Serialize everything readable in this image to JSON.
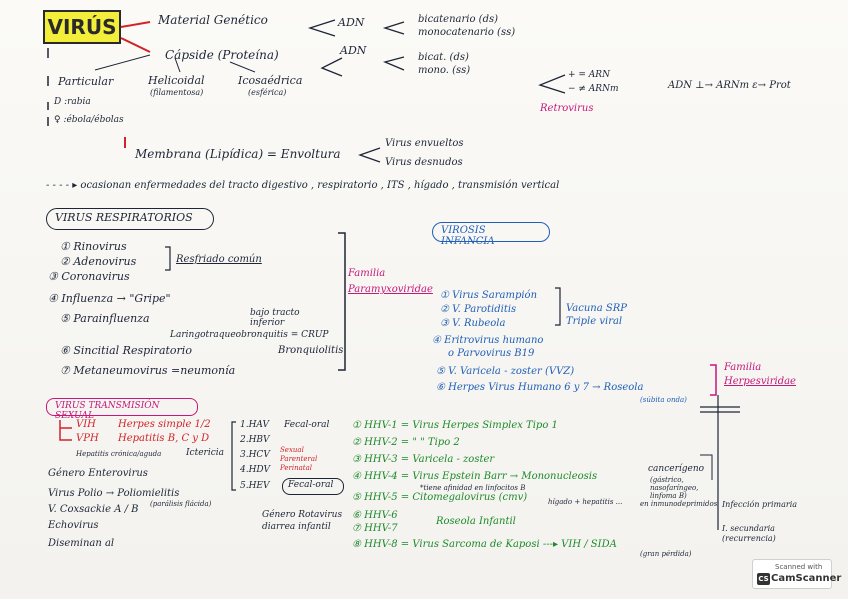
{
  "title": "VIRÚS",
  "top": {
    "material_genetico": "Material Genético",
    "adn1": "ADN",
    "bicatenario": "bicatenario (ds)",
    "monocatenario": "monocatenario (ss)",
    "capside": "Cápside (Proteína)",
    "adn2": "ADN",
    "bicat": "bicat. (ds)",
    "mono": "mono. (ss)",
    "plus_arn": "+ = ARN",
    "minus_arn": "− ≠ ARNm",
    "retrovirus": "Retrovirus",
    "central_dogma": "ADN ⊥→ ARNm ε→ Prot"
  },
  "shapes": {
    "particular": "Particular",
    "helicoidal": "Helicoidal",
    "helicoidal_sub": "(filamentosa)",
    "icosaedrica": "Icosaédrica",
    "icosaedrica_sub": "(esférica)",
    "rabia": "D :rabia",
    "ebola": "♀ :ébola/ébolas"
  },
  "membrane": {
    "text": "Membrana (Lipídica) = Envoltura",
    "envueltos": "Virus envueltos",
    "desnudos": "Virus desnudos"
  },
  "diseases_line": "- - - - ▸ ocasionan enfermedades del tracto digestivo , respiratorio , ITS , hígado , transmisión vertical",
  "respiratorios": {
    "header": "VIRUS RESPIRATORIOS",
    "items": [
      "① Rinovirus",
      "② Adenovirus",
      "③ Coronavirus",
      "④ Influenza → \"Gripe\"",
      "⑤ Parainfluenza",
      "⑥ Sincitial Respiratorio",
      "⑦ Metaneumovirus =neumonía"
    ],
    "resfriado": "Resfriado común",
    "bajo_tracto": "bajo tracto inferior",
    "laringo": "Laringotraqueobronquitis = CRUP",
    "bronquiolitis": "Bronquiolitis",
    "familia": "Familia",
    "paramyxo": "Paramyxoviridae"
  },
  "infancia": {
    "header": "VIROSIS INFANCIA",
    "items": [
      "① Virus Sarampión",
      "② V. Parotiditis",
      "③ V. Rubeola",
      "④ Eritrovirus humano",
      "o Parvovirus B19",
      "⑤ V. Varicela - zoster (VVZ)",
      "⑥ Herpes Virus Humano 6 y 7 → Roseola"
    ],
    "vacuna": "Vacuna SRP",
    "triple": "Triple viral",
    "roseola_sub": "(súbita onda)",
    "familia": "Familia",
    "herpes": "Herpesviridae"
  },
  "sexual": {
    "header": "VIRUS TRANSMISIÓN SEXUAL",
    "vih": "VIH",
    "vph": "VPH",
    "herpes_simple": "Herpes simple 1/2",
    "hepatitis": "Hepatitis B, C y D",
    "hepatitis_note": "Hepatitis crónica/aguda",
    "ictericia": "Ictericia",
    "hav": "1.HAV",
    "hbv": "2.HBV",
    "hcv": "3.HCV",
    "hdv": "4.HDV",
    "hev": "5.HEV",
    "fecal_oral": "Fecal-oral",
    "sexual_parenteral": "Sexual Parenteral Perinatal",
    "fecal_oral2": "Fecal-oral",
    "genero_entero": "Género Enterovirus",
    "polio": "Virus Polio → Poliomielitis",
    "parálisis": "(parálisis flácida)",
    "coxsackie": "V. Coxsackie A / B",
    "echovirus": "Echovirus",
    "disemina": "Diseminan al",
    "genero_rotavirus": "Género Rotavirus",
    "diarrea": "diarrea infantil"
  },
  "hhv": {
    "items": [
      "① HHV-1 = Virus Herpes Simplex Tipo 1",
      "② HHV-2 = \"          \" Tipo 2",
      "③ HHV-3 = Varicela - zoster",
      "④ HHV-4 = Virus Epstein Barr → Mononucleosis",
      "⑤ HHV-5 = Citomegalovirus (cmv)",
      "⑥ HHV-6",
      "⑦ HHV-7",
      "⑧ HHV-8 = Virus Sarcoma de Kaposi ---▸ VIH / SIDA"
    ],
    "roseola_infantil": "Roseola Infantil",
    "cancerigeno": "cancerígeno",
    "cancer_detail": "(gástrico, nasofaríngeo, linfoma B)",
    "linfocitos": "*tiene afinidad en linfocitos B",
    "inmunodeprimidos": "en inmunodeprimidos",
    "higado": "hígado + hepatitis ...",
    "sida_sub": "(gran pérdida)",
    "infeccion": "Infección primaria",
    "secundaria": "I. secundaria (recurrencia)"
  },
  "scanner": {
    "line1": "Scanned with",
    "line2": "CamScanner",
    "logo": "CS"
  }
}
